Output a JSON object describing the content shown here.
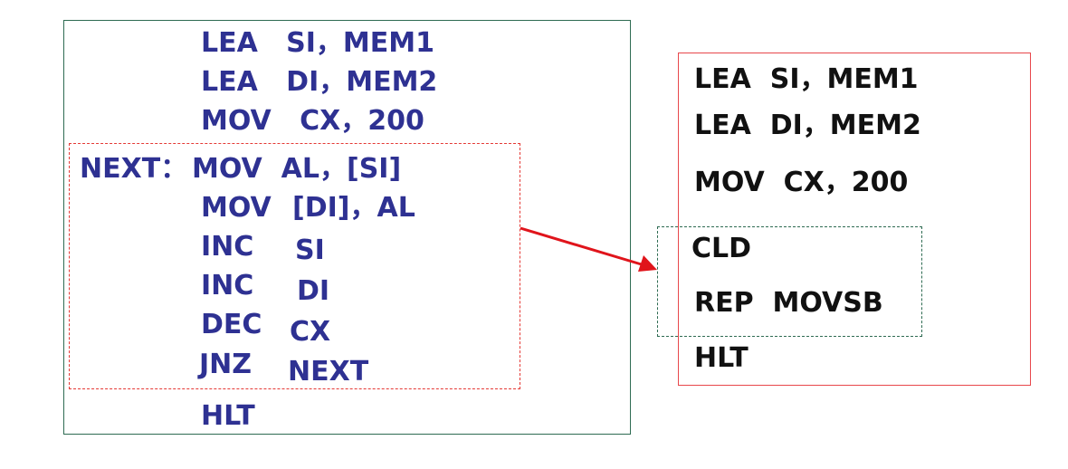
{
  "left_code": {
    "lea_si": "LEA   SI，MEM1",
    "lea_di": "LEA   DI，MEM2",
    "mov_cx": "MOV   CX，200",
    "next_label": "NEXT：",
    "mov_al": "MOV  AL，[SI]",
    "mov_di_op": "MOV",
    "mov_di_args": "[DI]，AL",
    "inc1_op": "INC",
    "inc1_arg": "SI",
    "inc2_op": "INC",
    "inc2_arg": "DI",
    "dec_op": "DEC",
    "dec_arg": "CX",
    "jnz_op": "JNZ",
    "jnz_arg": "NEXT",
    "hlt": "HLT"
  },
  "right_code": {
    "lea_si": "LEA  SI，MEM1",
    "lea_di": "LEA  DI，MEM2",
    "mov_cx": "MOV  CX，200",
    "cld": "CLD",
    "rep_movsb": "REP  MOVSB",
    "hlt": "HLT"
  },
  "colors": {
    "code_blue": "#2e3192",
    "code_black": "#111111",
    "arrow": "#e0141b",
    "left_border": "#2e6b52",
    "right_border": "#e8474b"
  }
}
